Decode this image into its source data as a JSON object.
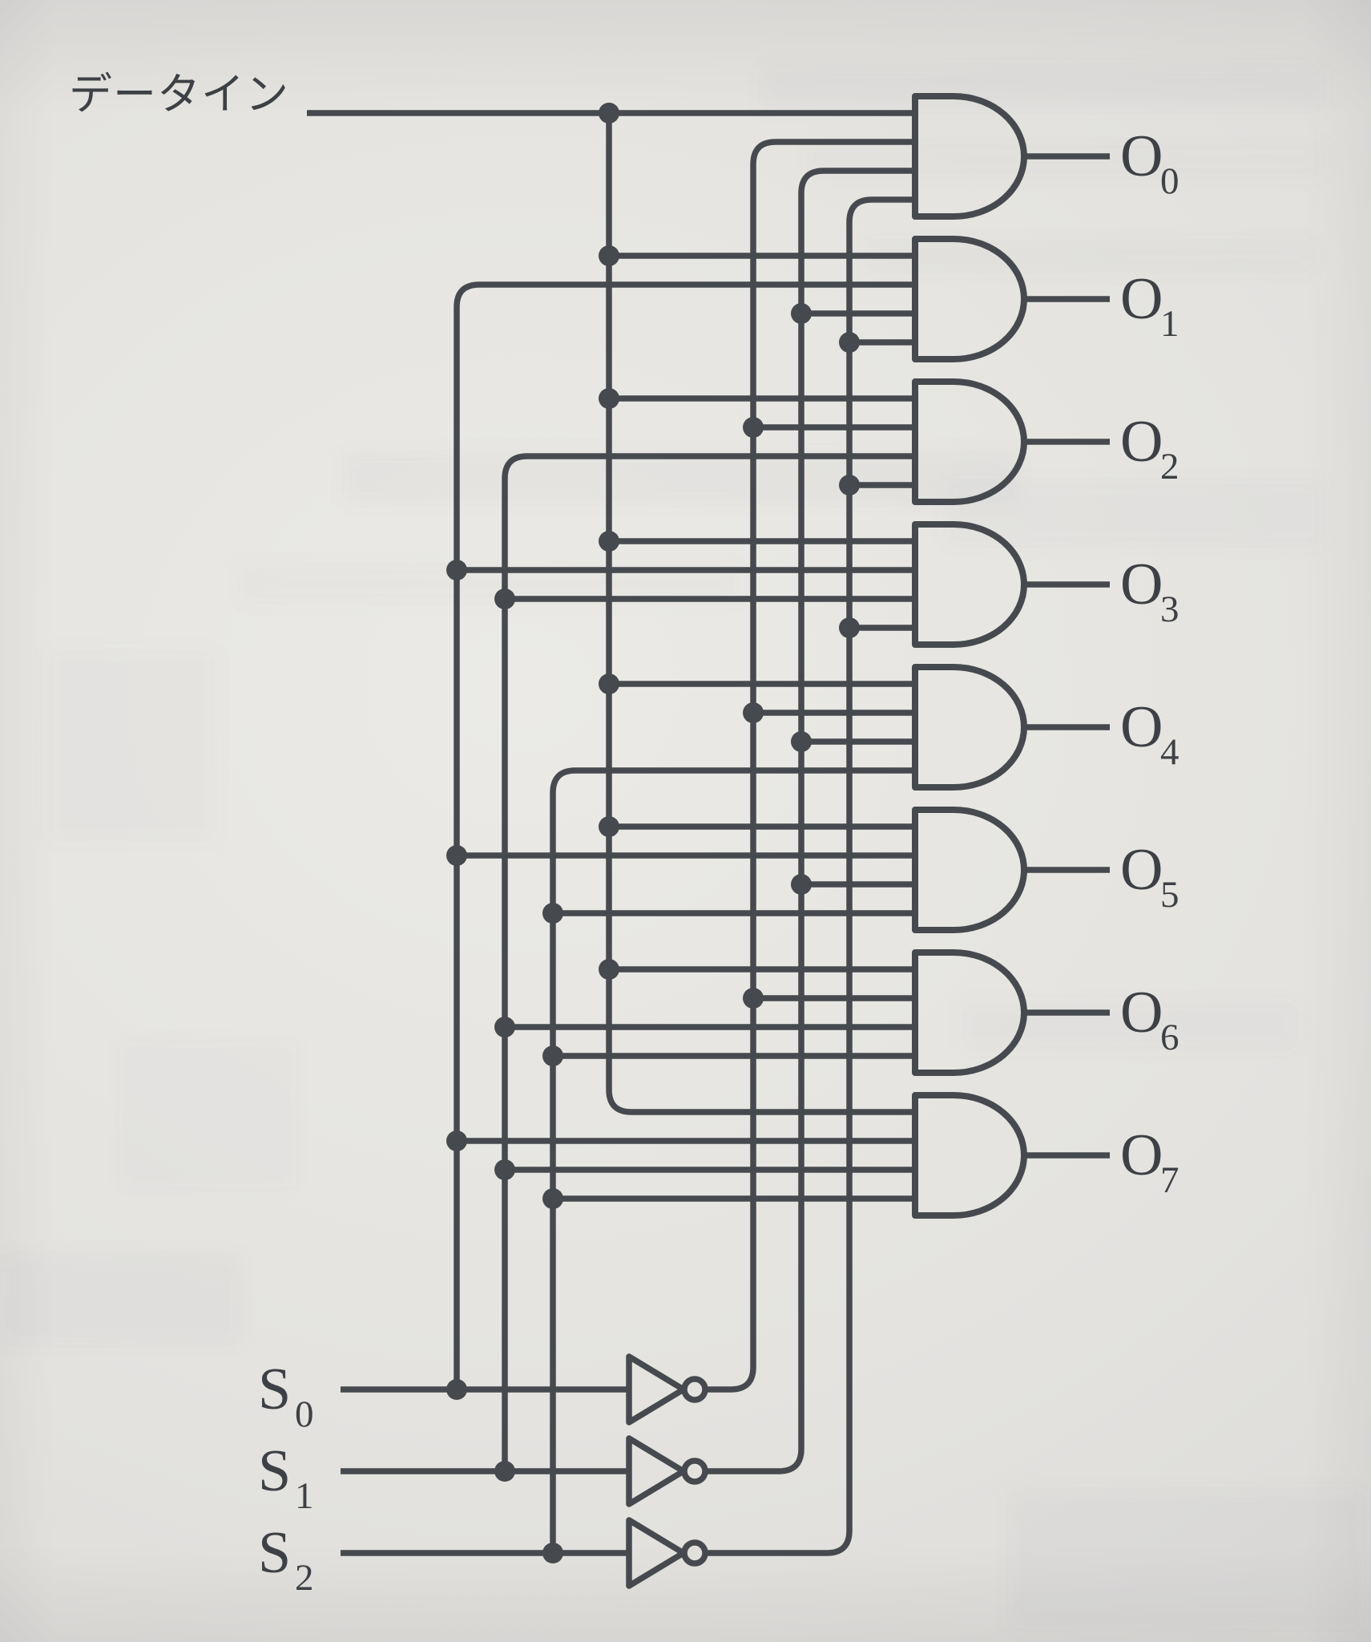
{
  "diagram": {
    "data_input_label": "データイン",
    "select_inputs": [
      {
        "base": "S",
        "sub": "0"
      },
      {
        "base": "S",
        "sub": "1"
      },
      {
        "base": "S",
        "sub": "2"
      }
    ],
    "outputs": [
      {
        "base": "O",
        "sub": "0"
      },
      {
        "base": "O",
        "sub": "1"
      },
      {
        "base": "O",
        "sub": "2"
      },
      {
        "base": "O",
        "sub": "3"
      },
      {
        "base": "O",
        "sub": "4"
      },
      {
        "base": "O",
        "sub": "5"
      },
      {
        "base": "O",
        "sub": "6"
      },
      {
        "base": "O",
        "sub": "7"
      }
    ],
    "gates": [
      {
        "output": "O0",
        "inputs": [
          "DATA",
          "nS0",
          "nS1",
          "nS2"
        ]
      },
      {
        "output": "O1",
        "inputs": [
          "DATA",
          "S0",
          "nS1",
          "nS2"
        ]
      },
      {
        "output": "O2",
        "inputs": [
          "DATA",
          "nS0",
          "S1",
          "nS2"
        ]
      },
      {
        "output": "O3",
        "inputs": [
          "DATA",
          "S0",
          "S1",
          "nS2"
        ]
      },
      {
        "output": "O4",
        "inputs": [
          "DATA",
          "nS0",
          "nS1",
          "S2"
        ]
      },
      {
        "output": "O5",
        "inputs": [
          "DATA",
          "S0",
          "nS1",
          "S2"
        ]
      },
      {
        "output": "O6",
        "inputs": [
          "DATA",
          "nS0",
          "S1",
          "S2"
        ]
      },
      {
        "output": "O7",
        "inputs": [
          "DATA",
          "S0",
          "S1",
          "S2"
        ]
      }
    ],
    "inverters": [
      {
        "input": "S0",
        "output": "nS0"
      },
      {
        "input": "S1",
        "output": "nS1"
      },
      {
        "input": "S2",
        "output": "nS2"
      }
    ],
    "colors": {
      "ink": "#46494d",
      "text": "#3d4044",
      "paper": "#e3e2df",
      "ghost": "#8e8e9a"
    }
  }
}
